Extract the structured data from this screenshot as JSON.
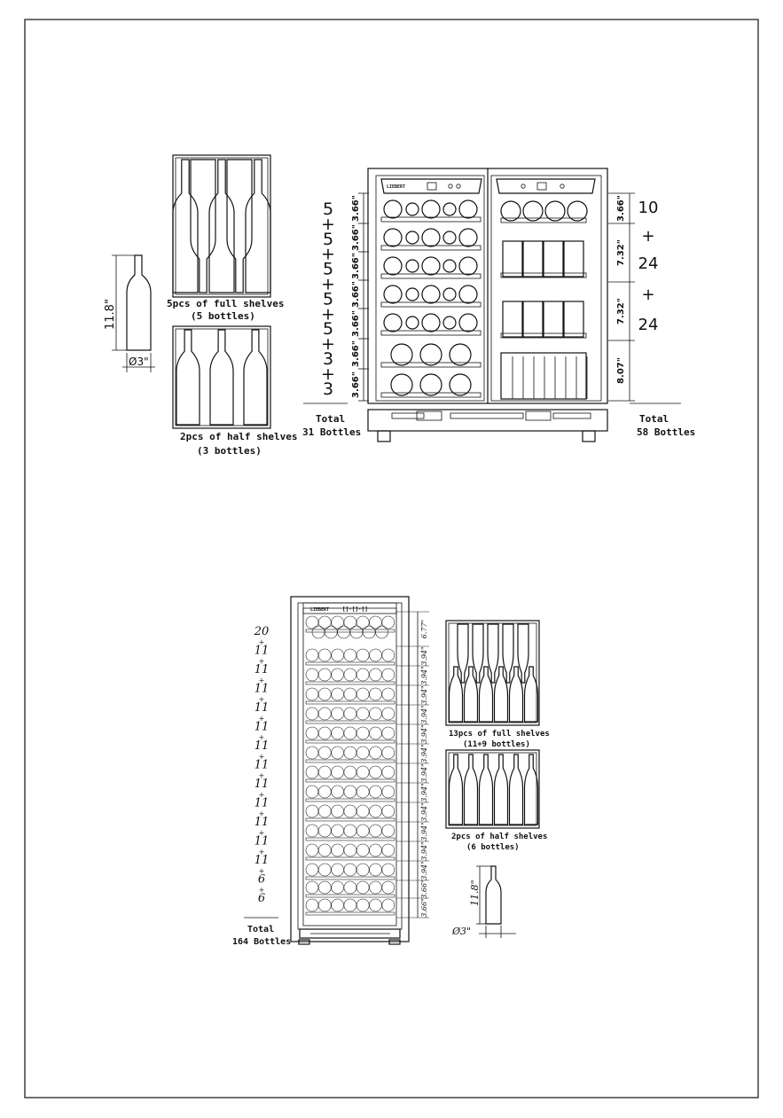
{
  "top": {
    "bottle": {
      "height": "11.8\"",
      "diameter": "Ø3\""
    },
    "full_shelf_caption": "5pcs of full shelves",
    "full_shelf_sub": "(5 bottles)",
    "half_shelf_caption": "2pcs of half shelves",
    "half_shelf_sub": "(3 bottles)",
    "left_zone": {
      "counts": [
        "5",
        "+",
        "5",
        "+",
        "5",
        "+",
        "5",
        "+",
        "5",
        "+",
        "3",
        "+",
        "3"
      ],
      "dims": [
        "3.66\"",
        "3.66\"",
        "3.66\"",
        "3.66\"",
        "3.66\"",
        "3.66\"",
        "3.66\""
      ],
      "total_label": "Total",
      "total_value": "31 Bottles"
    },
    "right_zone": {
      "counts": [
        "10",
        "+",
        "24",
        "+",
        "24"
      ],
      "dims": [
        "3.66\"",
        "7.32\"",
        "7.32\"",
        "8.07\""
      ],
      "total_label": "Total",
      "total_value": "58 Bottles"
    }
  },
  "bottom": {
    "counts": [
      "20",
      "+",
      "11",
      "+",
      "11",
      "+",
      "11",
      "+",
      "11",
      "+",
      "11",
      "+",
      "11",
      "+",
      "11",
      "+",
      "11",
      "+",
      "11",
      "+",
      "11",
      "+",
      "11",
      "+",
      "11",
      "+",
      "6",
      "+",
      "6"
    ],
    "dims": [
      "6.77\"",
      "3.94\"",
      "3.94\"",
      "3.94\"",
      "3.94\"",
      "3.94\"",
      "3.94\"",
      "3.94\"",
      "3.94\"",
      "3.94\"",
      "3.94\"",
      "3.94\"",
      "3.94\"",
      "3.66\"",
      "3.66\""
    ],
    "total_label": "Total",
    "total_value": "164 Bottles",
    "full_shelf_caption": "13pcs of full shelves",
    "full_shelf_sub": "(11+9 bottles)",
    "half_shelf_caption": "2pcs of half shelves",
    "half_shelf_sub": "(6 bottles)",
    "bottle": {
      "height": "11.8\"",
      "diameter": "Ø3\""
    }
  }
}
